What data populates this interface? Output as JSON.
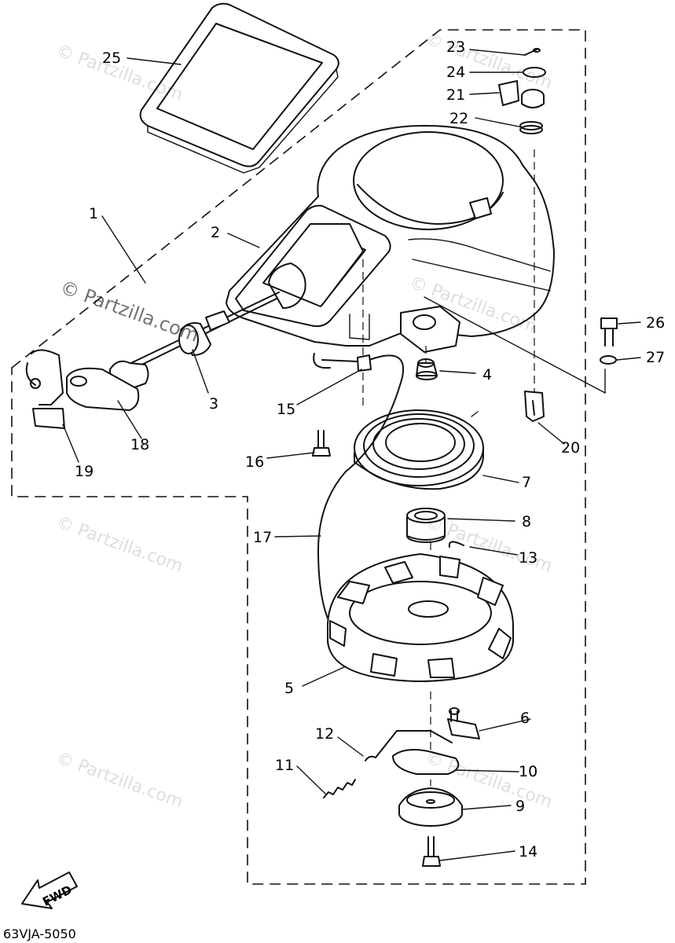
{
  "diagram": {
    "part_labels": [
      "1",
      "2",
      "3",
      "4",
      "5",
      "6",
      "7",
      "8",
      "9",
      "10",
      "11",
      "12",
      "13",
      "14",
      "15",
      "16",
      "17",
      "18",
      "19",
      "20",
      "21",
      "22",
      "23",
      "24",
      "25",
      "26",
      "27"
    ],
    "diagram_code": "63VJA-5050",
    "fwd_label": "FWD",
    "watermark": "© Partzilla.com"
  }
}
